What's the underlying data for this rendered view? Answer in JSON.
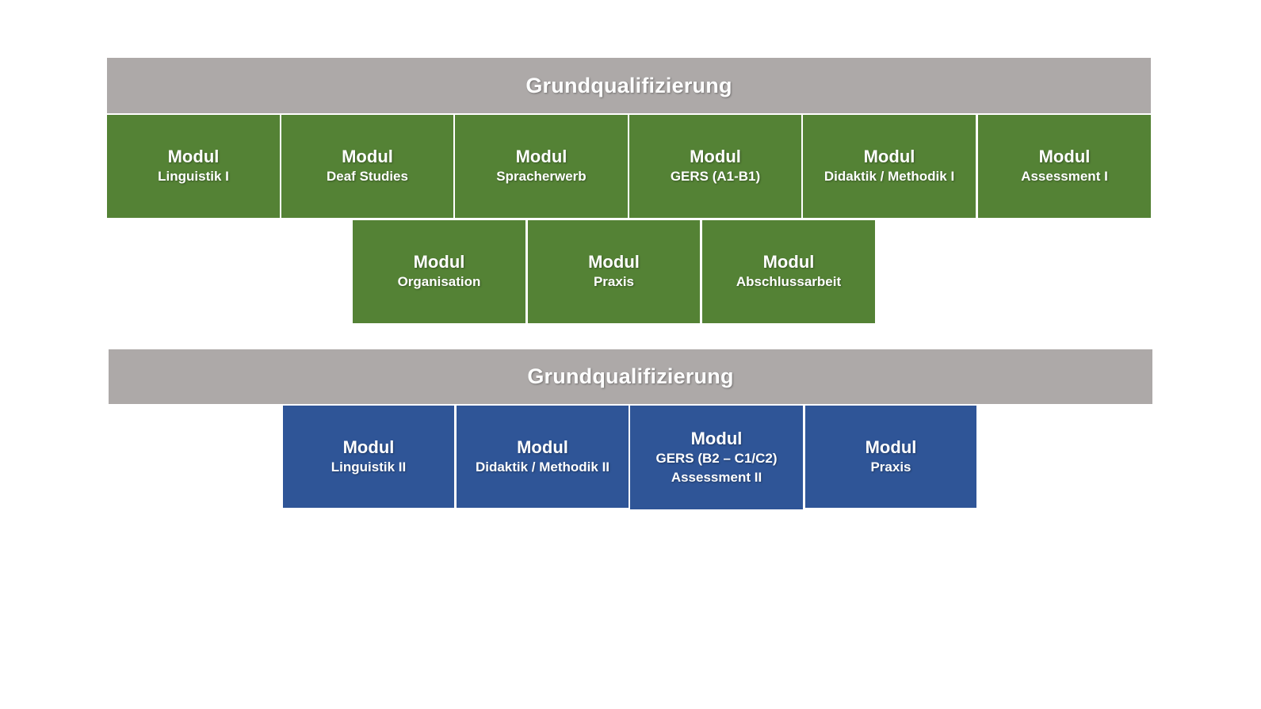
{
  "section1": {
    "banner": "Grundqualifizierung",
    "modules": [
      {
        "title": "Modul",
        "sub": "Linguistik I"
      },
      {
        "title": "Modul",
        "sub": "Deaf Studies"
      },
      {
        "title": "Modul",
        "sub": "Spracherwerb"
      },
      {
        "title": "Modul",
        "sub": "GERS (A1-B1)"
      },
      {
        "title": "Modul",
        "sub": "Didaktik / Methodik I"
      },
      {
        "title": "Modul",
        "sub": "Assessment I"
      },
      {
        "title": "Modul",
        "sub": "Organisation"
      },
      {
        "title": "Modul",
        "sub": "Praxis"
      },
      {
        "title": "Modul",
        "sub": "Abschlussarbeit"
      }
    ]
  },
  "section2": {
    "banner": "Grundqualifizierung",
    "modules": [
      {
        "title": "Modul",
        "sub": "Linguistik II"
      },
      {
        "title": "Modul",
        "sub": "Didaktik / Methodik II"
      },
      {
        "title": "Modul",
        "sub": "GERS (B2 – C1/C2)",
        "sub2": "Assessment II"
      },
      {
        "title": "Modul",
        "sub": "Praxis"
      }
    ]
  },
  "colors": {
    "banner": "#ada9a8",
    "green": "#548235",
    "blue": "#2f5597"
  }
}
